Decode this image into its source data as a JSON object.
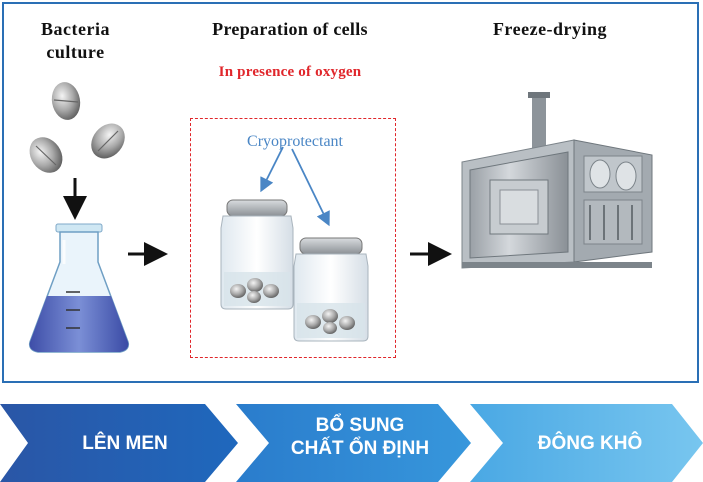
{
  "stages": {
    "bacteria": [
      "Bacteria",
      "culture"
    ],
    "preparation": "Preparation of cells",
    "oxygen_note": "In presence of oxygen",
    "cryoprotectant": "Cryoprotectant",
    "freeze": "Freeze-drying"
  },
  "banner": {
    "step1": "LÊN MEN",
    "step2": [
      "BỔ SUNG",
      "CHẤT ỔN ĐỊNH"
    ],
    "step3": "ĐÔNG KHÔ"
  },
  "colors": {
    "frame": "#2a6fb5",
    "oxygen_text": "#e0262b",
    "cryo_text": "#4a86c5",
    "chevron_dark": "#1f5fb0",
    "chevron_mid": "#2f8ad6",
    "chevron_light": "#5bb6ea"
  }
}
